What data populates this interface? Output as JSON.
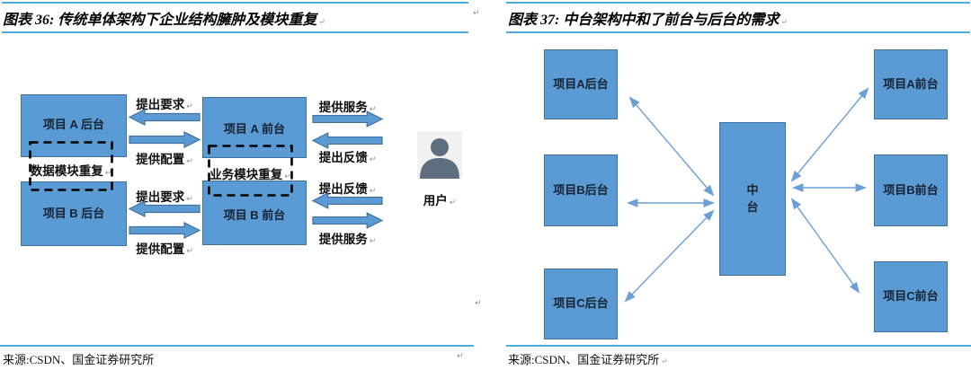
{
  "meta": {
    "eol": "↵"
  },
  "colors": {
    "rule_blue": "#4aadde",
    "box_fill": "#5b9bd5",
    "box_border": "#41719c",
    "arrow_fill": "#5b9bd5",
    "arrow_border": "#41719c",
    "thin_arrow": "#6b9fd8",
    "icon_gray": "#5d6e7f",
    "icon_bg": "#f1f1f1"
  },
  "figure36": {
    "title": "图表 36: 传统单体架构下企业结构臃肿及模块重复",
    "source": "来源:CSDN、国金证券研究所",
    "nodes": {
      "project_a_backend": "项目 A 后台",
      "project_b_backend": "项目 B 后台",
      "project_a_frontend": "项目 A 前台",
      "project_b_frontend": "项目 B 前台",
      "data_module_duplicate": "数据模块重复",
      "business_module_duplicate": "业务模块重复",
      "user": "用户"
    },
    "edges": {
      "a_request": "提出要求",
      "a_config": "提供配置",
      "b_request": "提出要求",
      "b_config": "提供配置",
      "a_serve": "提供服务",
      "a_feedback": "提出反馈",
      "b_feedback": "提出反馈",
      "b_serve": "提供服务"
    }
  },
  "figure37": {
    "title": "图表 37: 中台架构中和了前台与后台的需求",
    "source": "来源:CSDN、国金证券研究所",
    "nodes": {
      "project_a_backend": "项目A后台",
      "project_b_backend": "项目B后台",
      "project_c_backend": "项目C后台",
      "middle_platform": "中台",
      "project_a_frontend": "项目A前台",
      "project_b_frontend": "项目B前台",
      "project_c_frontend": "项目C前台"
    }
  }
}
